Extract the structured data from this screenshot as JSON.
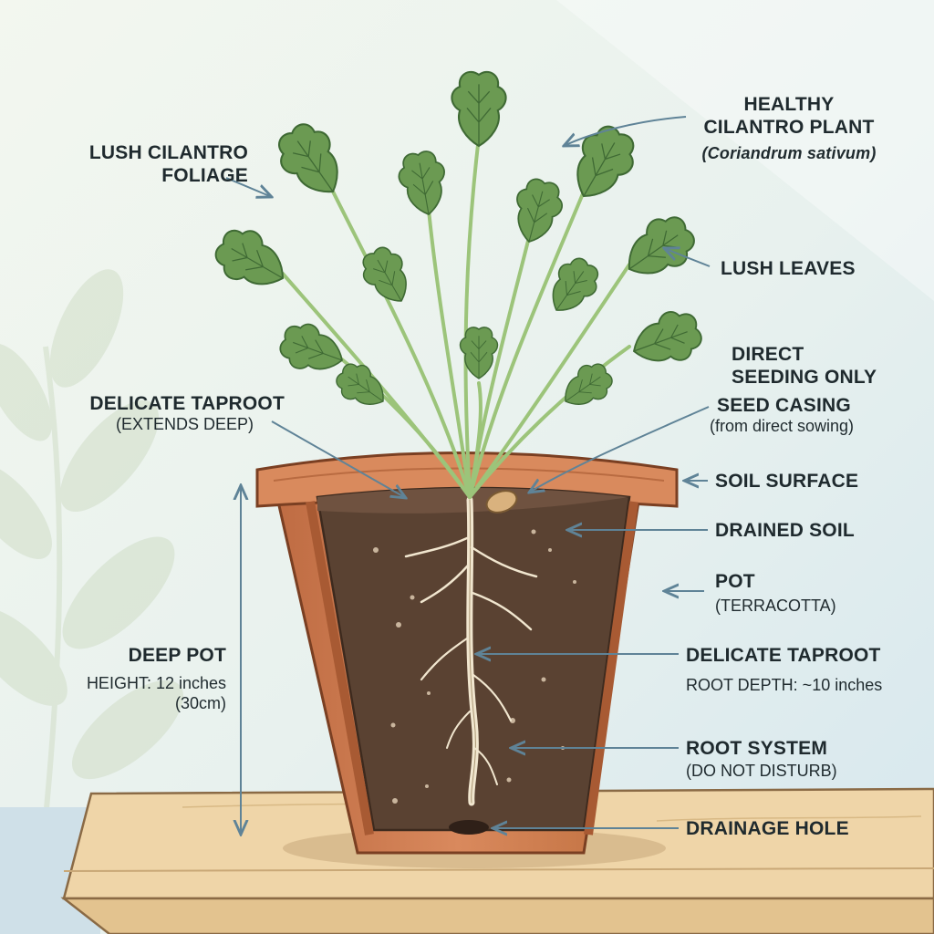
{
  "labels": {
    "foliage": {
      "line1": "LUSH CILANTRO",
      "line2": "FOLIAGE"
    },
    "plant": {
      "line1": "HEALTHY",
      "line2": "CILANTRO PLANT",
      "sub": "(Coriandrum sativum)"
    },
    "leaves": {
      "text": "LUSH LEAVES"
    },
    "direct": {
      "line1": "DIRECT",
      "line2": "SEEDING ONLY"
    },
    "seed": {
      "text": "SEED CASING",
      "sub": "(from direct sowing)"
    },
    "taproot_top": {
      "text": "DELICATE TAPROOT",
      "sub": "(EXTENDS DEEP)"
    },
    "soil_surface": {
      "text": "SOIL SURFACE"
    },
    "drained_soil": {
      "text": "DRAINED SOIL"
    },
    "pot": {
      "text": "POT",
      "sub": "(TERRACOTTA)"
    },
    "deep_pot": {
      "text": "DEEP POT",
      "sub1": "HEIGHT: 12 inches",
      "sub2": "(30cm)"
    },
    "taproot_mid": {
      "text": "DELICATE TAPROOT",
      "sub": "ROOT DEPTH: ~10 inches"
    },
    "root_system": {
      "text": "ROOT SYSTEM",
      "sub": "(DO NOT DISTURB)"
    },
    "drainage": {
      "text": "DRAINAGE HOLE"
    }
  },
  "colors": {
    "background": "#e9f2ee",
    "terracotta": "#cf7f54",
    "soil": "#5a4232",
    "foliage": "#6b9a52",
    "stem": "#9cc47a",
    "table": "#efd5a8",
    "arrow": "#5f8397"
  }
}
